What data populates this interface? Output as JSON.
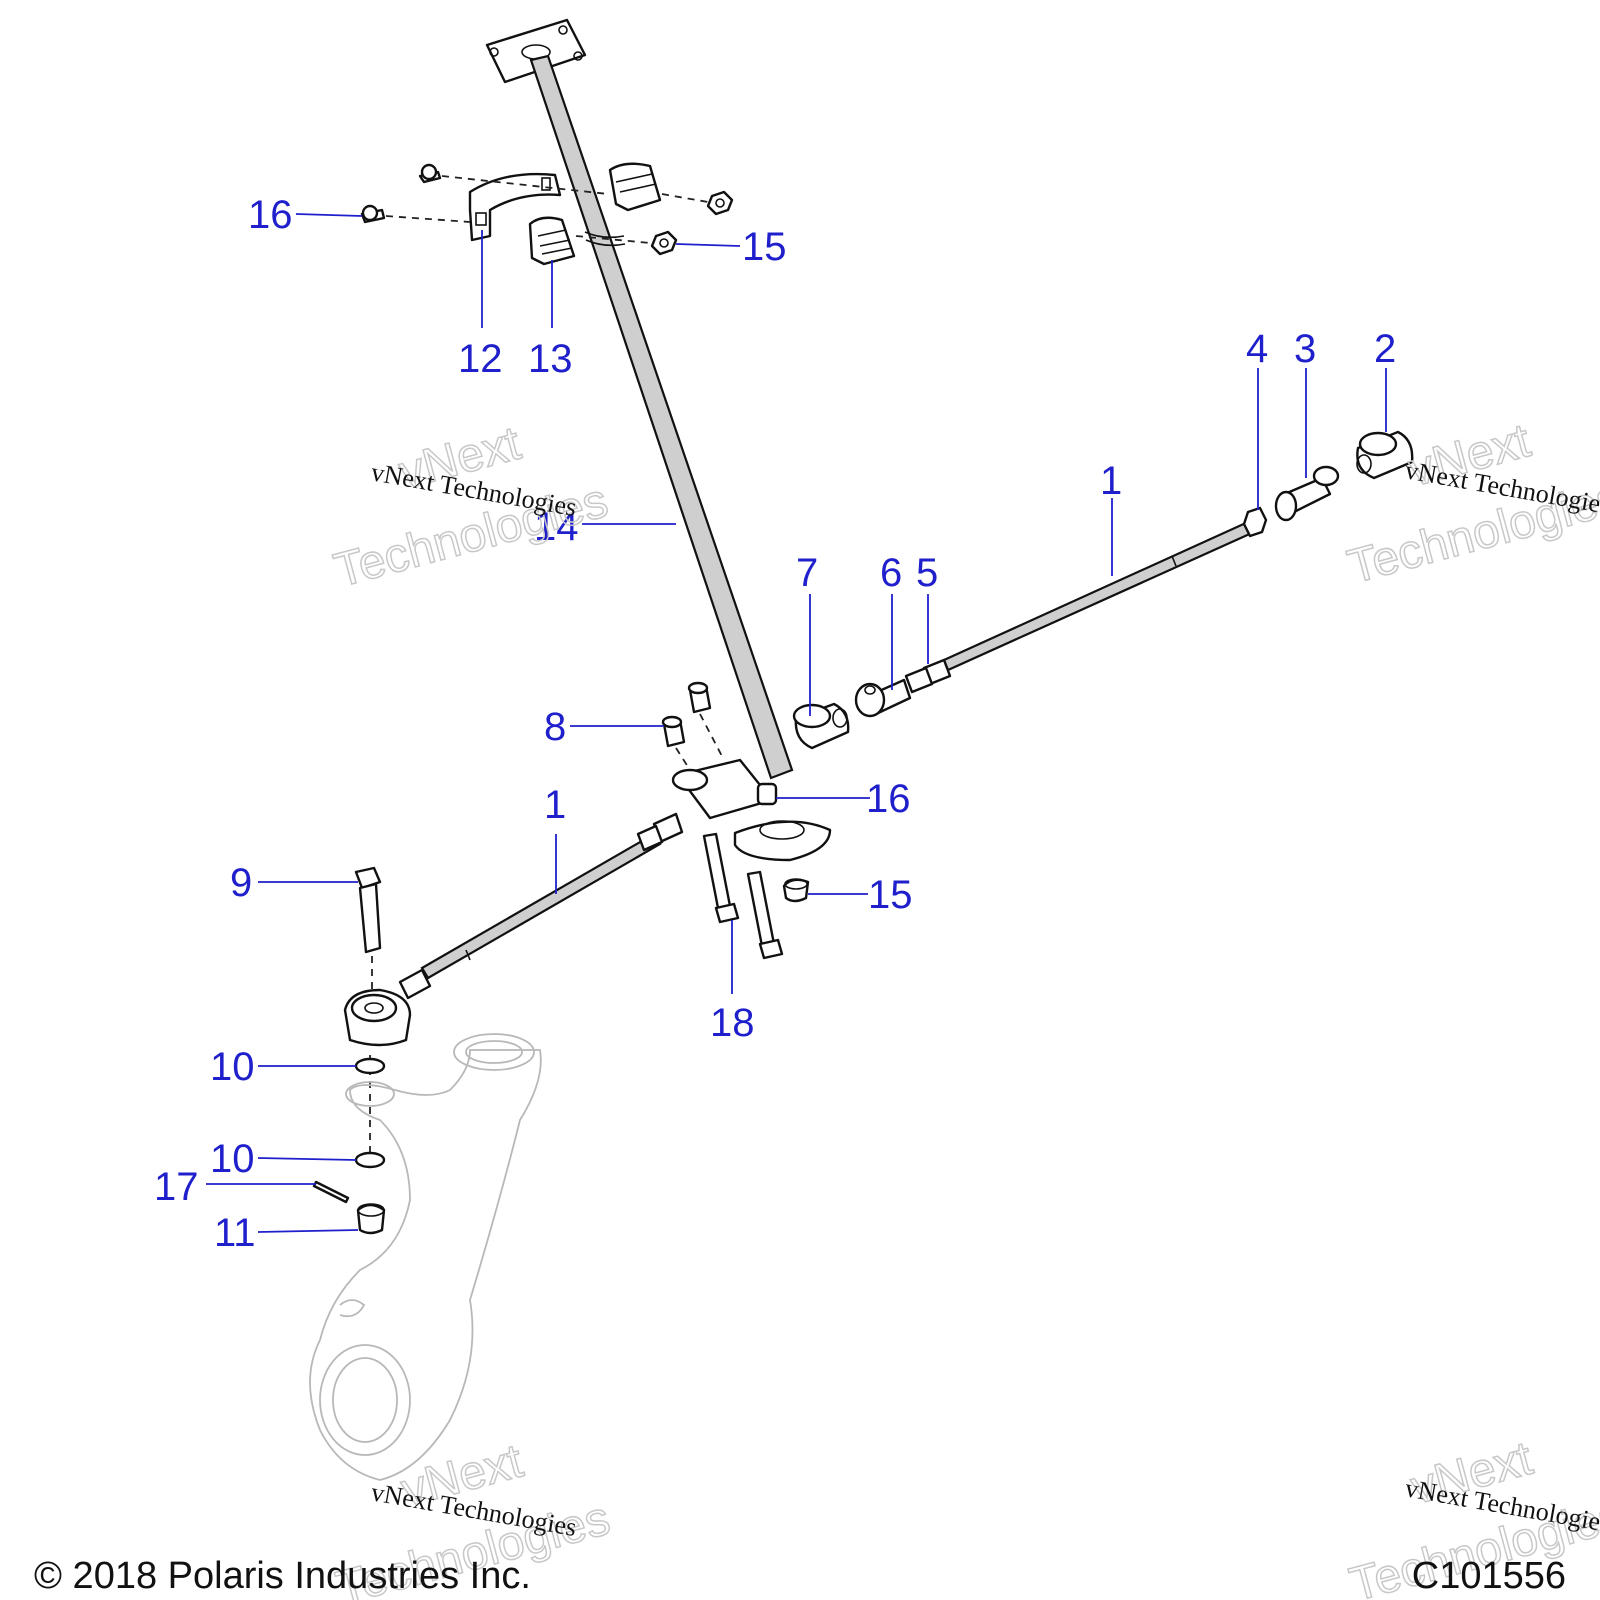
{
  "diagram": {
    "label_color": "#1f1fcc",
    "callouts": [
      {
        "id": "c16a",
        "text": "16"
      },
      {
        "id": "c15a",
        "text": "15"
      },
      {
        "id": "c12",
        "text": "12"
      },
      {
        "id": "c13",
        "text": "13"
      },
      {
        "id": "c14",
        "text": "14"
      },
      {
        "id": "c4",
        "text": "4"
      },
      {
        "id": "c3",
        "text": "3"
      },
      {
        "id": "c2",
        "text": "2"
      },
      {
        "id": "c1a",
        "text": "1"
      },
      {
        "id": "c7",
        "text": "7"
      },
      {
        "id": "c6",
        "text": "6"
      },
      {
        "id": "c5",
        "text": "5"
      },
      {
        "id": "c8",
        "text": "8"
      },
      {
        "id": "c16b",
        "text": "16"
      },
      {
        "id": "c1b",
        "text": "1"
      },
      {
        "id": "c9",
        "text": "9"
      },
      {
        "id": "c15b",
        "text": "15"
      },
      {
        "id": "c18",
        "text": "18"
      },
      {
        "id": "c10a",
        "text": "10"
      },
      {
        "id": "c10b",
        "text": "10"
      },
      {
        "id": "c17",
        "text": "17"
      },
      {
        "id": "c11",
        "text": "11"
      }
    ]
  },
  "watermark": {
    "big_line1": "vNext",
    "big_line2": "Technologies",
    "small": "vNext Technologies"
  },
  "footer": {
    "copyright": "© 2018 Polaris Industries Inc.",
    "diagram_code": "C101556"
  }
}
